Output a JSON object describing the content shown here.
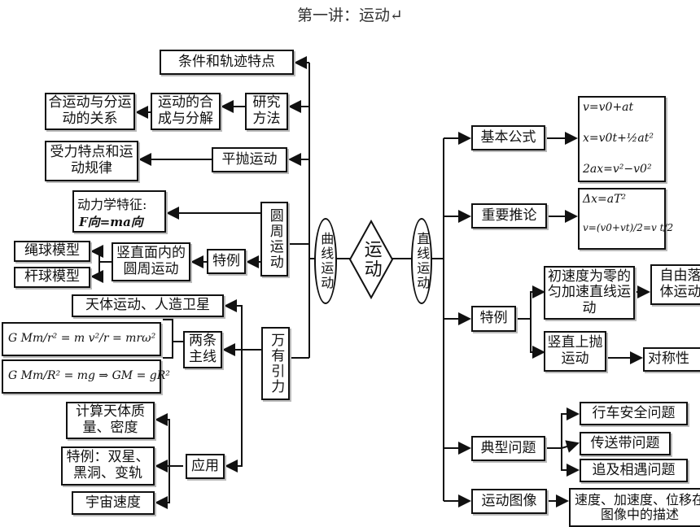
{
  "title": "第一讲：运动↵",
  "center": "运动",
  "curve": {
    "label": "曲线运动",
    "conditions": "条件和轨迹特点",
    "method": {
      "label": "研究方法",
      "compose": "运动的合成与分解",
      "relation": "合运动与分运动的关系"
    },
    "projectile": {
      "label": "平抛运动",
      "features": "受力特点和运动规律"
    },
    "circular": {
      "label": "圆周运动",
      "dynamics_title": "动力学特征:",
      "dynamics_formula": "F向=ma向",
      "special": "特例",
      "vertical": "竖直面内的圆周运动",
      "rope": "绳球模型",
      "rod": "杆球模型"
    },
    "gravitation": {
      "label": "万有引力",
      "celestial": "天体运动、人造卫星",
      "two_lines": "两条主线",
      "formula1": "G Mm/r² = m v²/r = mrω²",
      "formula2": "G Mm/R² = mg ⇒ GM = gR²",
      "application": "应用",
      "app_items": [
        "计算天体质量、密度",
        "特例：双星、黑洞、变轨",
        "宇宙速度"
      ]
    }
  },
  "linear": {
    "label": "直线运动",
    "basic": "基本公式",
    "basic_formulas": [
      "v=v0+at",
      "x=v0t+½at²",
      "2ax=v²−v0²"
    ],
    "inference": "重要推论",
    "inference_formulas": [
      "Δx=aT²",
      "v=(v0+vt)/2=v t/2"
    ],
    "special": "特例",
    "uniform_accel": "初速度为零的匀加速直线运动",
    "free_fall": "自由落体运动",
    "vertical_up": "竖直上抛运动",
    "symmetry": "对称性",
    "typical": "典型问题",
    "typical_items": [
      "行车安全问题",
      "传送带问题",
      "追及相遇问题"
    ],
    "graphs": "运动图像",
    "graphs_desc": "速度、加速度、位移在图像中的描述"
  }
}
